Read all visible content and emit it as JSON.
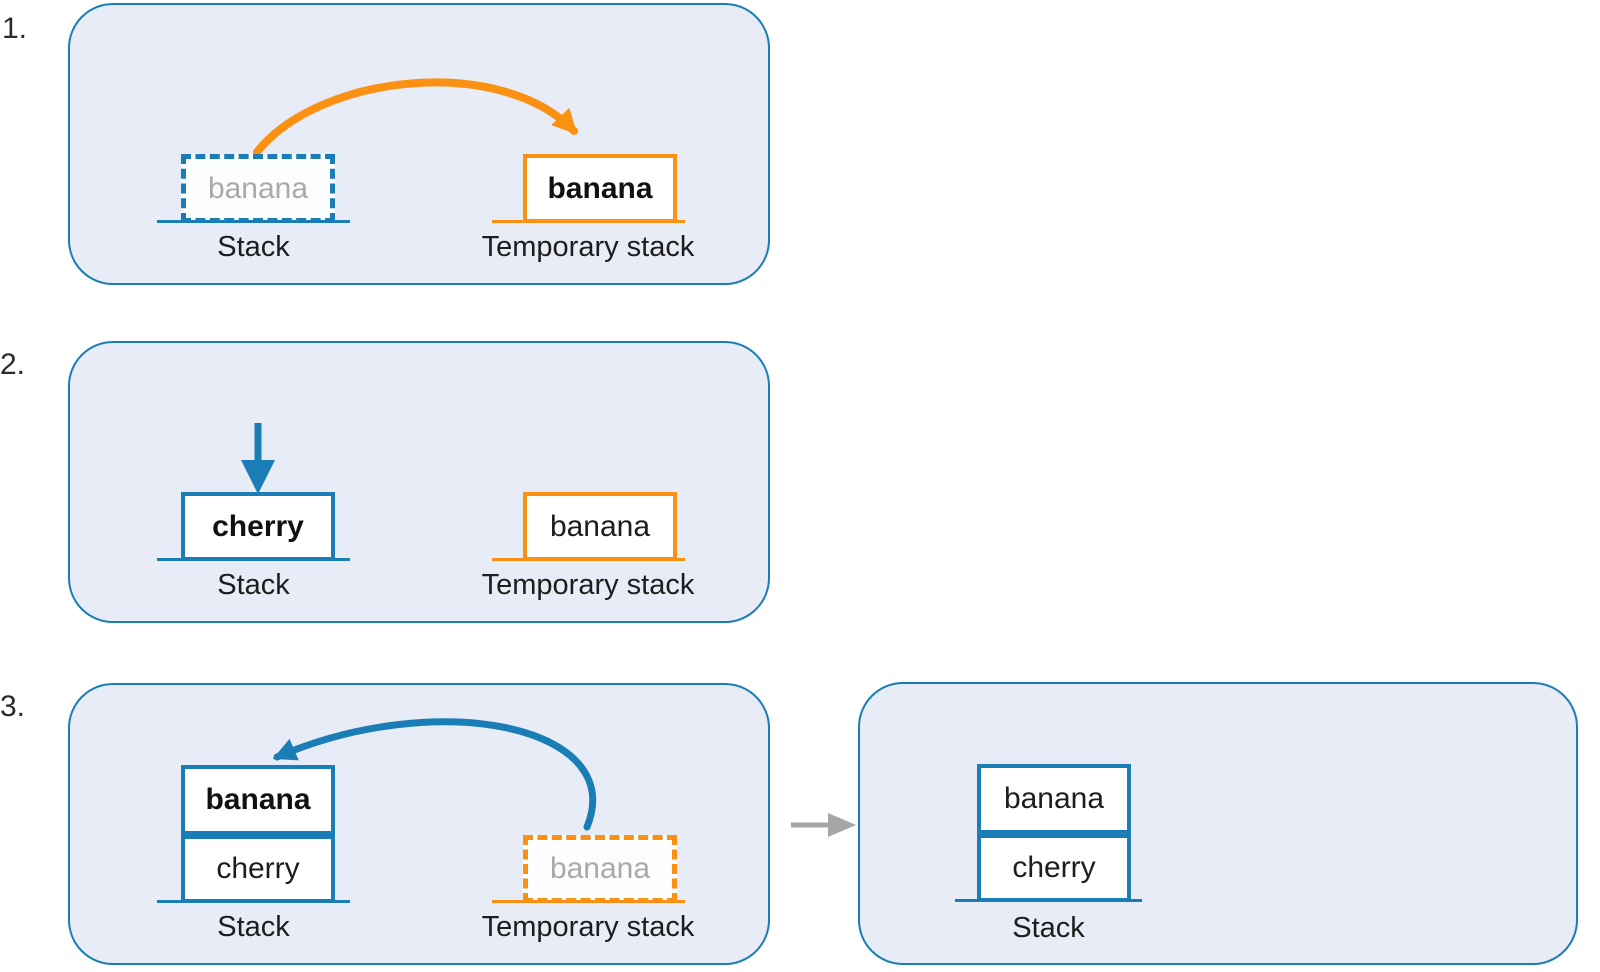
{
  "title": "Stack reversal steps diagram",
  "colors": {
    "blue": "#1a7db6",
    "orange": "#fb9113",
    "panel_fill": "#e8ecf6",
    "ghost_text": "#a9a9a9",
    "label_text": "#1d1d1d",
    "result_arrow_gray": "#a6a6a6"
  },
  "steps": [
    {
      "number": "1.",
      "stack": {
        "caption": "Stack",
        "items": [
          {
            "text": "banana",
            "state": "ghost"
          }
        ]
      },
      "temp_stack": {
        "caption": "Temporary stack",
        "items": [
          {
            "text": "banana",
            "state": "highlighted"
          }
        ]
      },
      "arrow": {
        "kind": "arc",
        "direction": "stack-to-temp",
        "color": "#fb9113"
      }
    },
    {
      "number": "2.",
      "stack": {
        "caption": "Stack",
        "items": [
          {
            "text": "cherry",
            "state": "highlighted"
          }
        ]
      },
      "temp_stack": {
        "caption": "Temporary stack",
        "items": [
          {
            "text": "banana",
            "state": "normal"
          }
        ]
      },
      "arrow": {
        "kind": "push-down",
        "direction": "onto-stack",
        "color": "#1a7db6"
      }
    },
    {
      "number": "3.",
      "stack": {
        "caption": "Stack",
        "items": [
          {
            "text": "banana",
            "state": "highlighted"
          },
          {
            "text": "cherry",
            "state": "normal"
          }
        ]
      },
      "temp_stack": {
        "caption": "Temporary stack",
        "items": [
          {
            "text": "banana",
            "state": "ghost"
          }
        ]
      },
      "arrow": {
        "kind": "arc",
        "direction": "temp-to-stack",
        "color": "#1a7db6"
      }
    }
  ],
  "result": {
    "stack": {
      "caption": "Stack",
      "items": [
        {
          "text": "banana",
          "state": "normal"
        },
        {
          "text": "cherry",
          "state": "normal"
        }
      ]
    },
    "arrow": {
      "kind": "straight-right",
      "color": "#a6a6a6"
    }
  }
}
